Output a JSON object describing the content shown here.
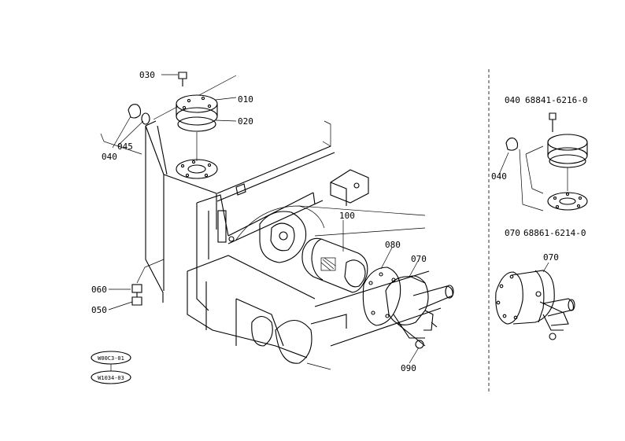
{
  "main_view": {
    "callouts": {
      "p010": "010",
      "p020": "020",
      "p030": "030",
      "p040": "040",
      "p045": "045",
      "p050": "050",
      "p060": "060",
      "p070": "070",
      "p080": "080",
      "p090": "090",
      "p100": "100"
    },
    "refs": [
      "W00C3-01",
      "W1034-03"
    ]
  },
  "side_view": {
    "detail_a": {
      "part_no": "040",
      "code": "68841-6216-0",
      "callout": "040"
    },
    "detail_b": {
      "part_no": "070",
      "code": "68861-6214-0",
      "callout": "070"
    }
  }
}
